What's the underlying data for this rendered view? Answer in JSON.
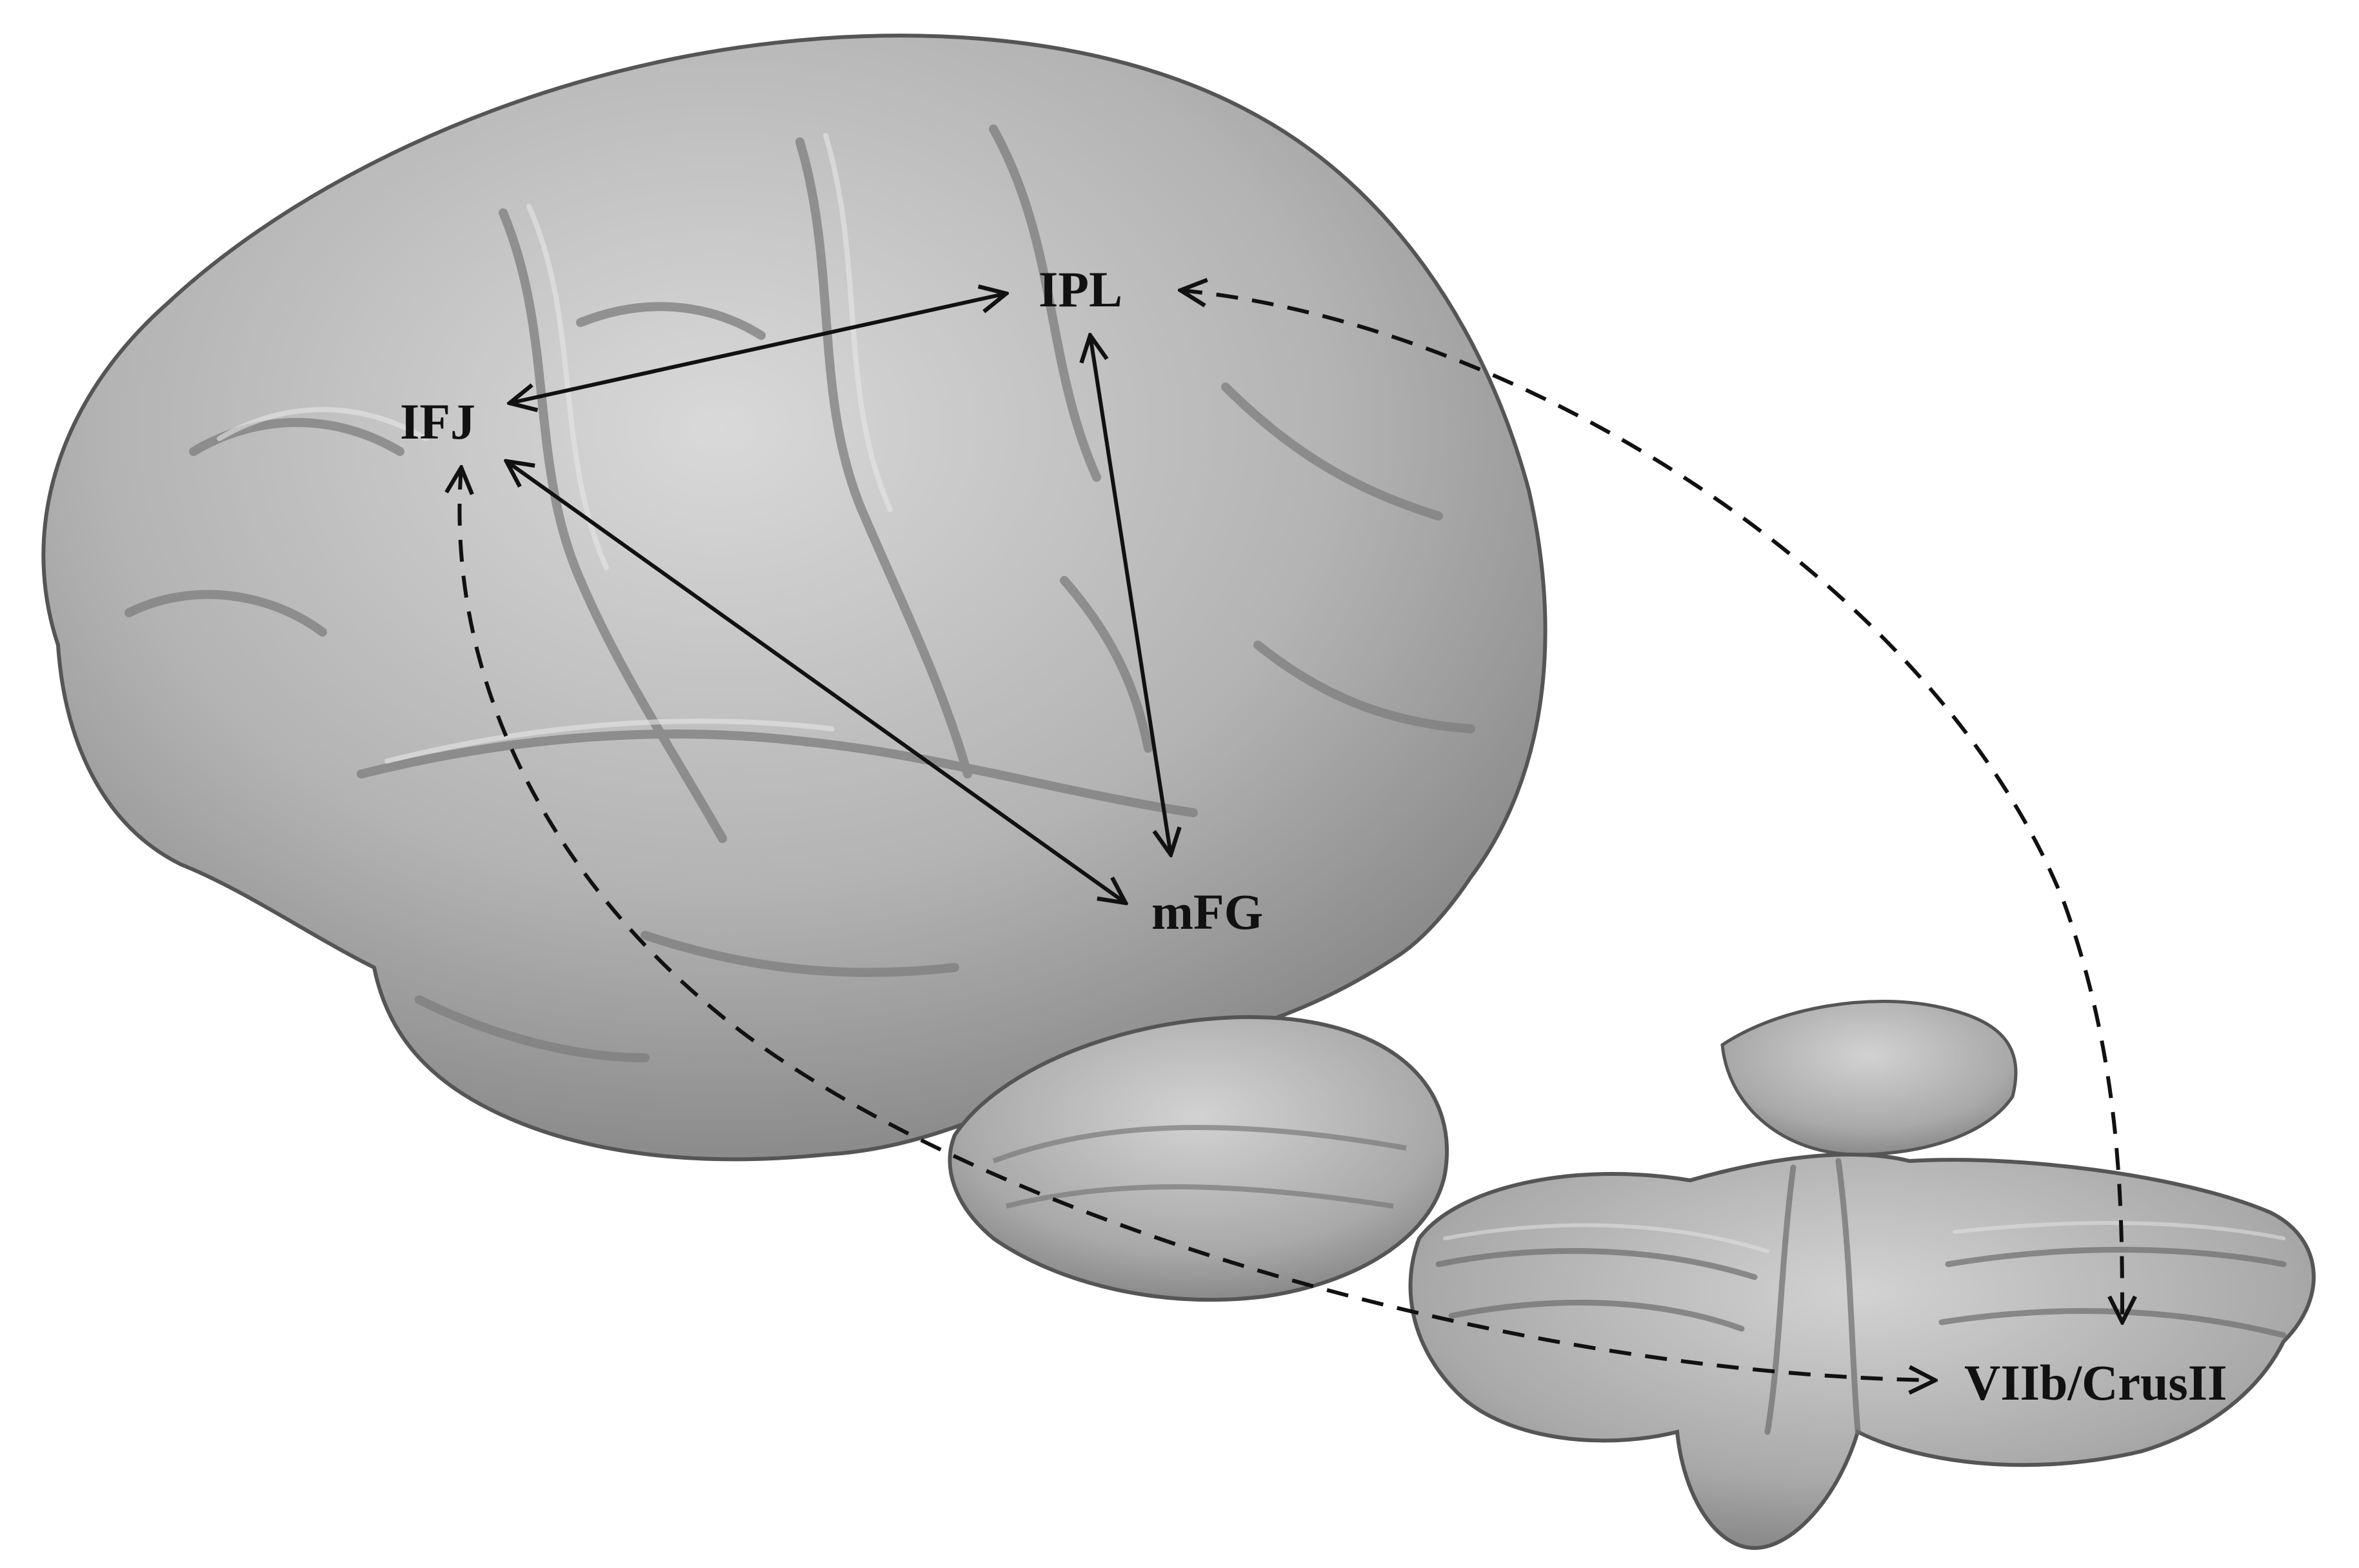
{
  "labels": {
    "ipl": "IPL",
    "ifj": "IFJ",
    "mfg": "mFG",
    "cerebellum": "VIIb/CrusII"
  },
  "connections": [
    {
      "from": "IFJ",
      "to": "IPL",
      "style": "solid"
    },
    {
      "from": "IPL",
      "to": "mFG",
      "style": "solid"
    },
    {
      "from": "IFJ",
      "to": "mFG",
      "style": "solid"
    },
    {
      "from": "IPL",
      "to": "VIIb/CrusII",
      "style": "dashed"
    },
    {
      "from": "IFJ",
      "to": "VIIb/CrusII",
      "style": "dashed"
    }
  ],
  "colors": {
    "brain_fill": "#b5b5b5",
    "brain_shadow": "#6f6f6f",
    "arrow": "#111111",
    "background": "#ffffff"
  }
}
